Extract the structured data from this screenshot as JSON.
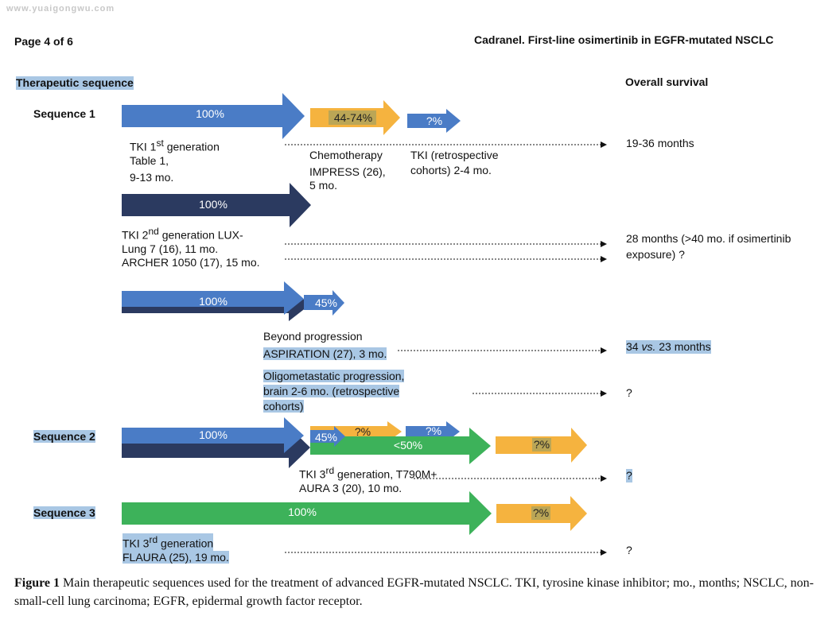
{
  "watermark": "www.yuaigongwu.com",
  "header": {
    "page": "Page 4 of 6",
    "running_title": "Cadranel. First-line osimertinib in EGFR-mutated NSCLC"
  },
  "columns": {
    "left": "Therapeutic sequence",
    "right": "Overall survival"
  },
  "sequences": {
    "s1": "Sequence 1",
    "s2": "Sequence 2",
    "s3": "Sequence 3"
  },
  "arrow_labels": {
    "a1_100": "100%",
    "a1_44_74": "44-74%",
    "a1_q": "?%",
    "a2_100": "100%",
    "a3_100": "100%",
    "a3_45": "45%",
    "s2_100": "100%",
    "s2_45": "45%",
    "s2_q1": "?%",
    "s2_q2": "?%",
    "s2_lt50": "<50%",
    "s2_q3": "?%",
    "s3_100": "100%",
    "s3_q": "?%"
  },
  "texts": {
    "tki1_l1a": "TKI 1",
    "tki1_sup": "st",
    "tki1_l1b": " generation",
    "tki1_l2": "Table 1,",
    "tki1_l3": "9-13 mo.",
    "chemo_l1": "Chemotherapy",
    "chemo_l2": "IMPRESS (26),",
    "chemo_l3": "5 mo.",
    "tkiret_l1": "TKI (retrospective",
    "tkiret_l2": "cohorts) 2-4 mo.",
    "tki2_l1a": "TKI 2",
    "tki2_sup": "nd",
    "tki2_l1b": " generation LUX-",
    "tki2_l2": "Lung 7 (16), 11 mo.",
    "tki2_l3": "ARCHER 1050 (17), 15 mo.",
    "beyond_l1": "Beyond progression",
    "beyond_l2": "ASPIRATION (27), 3 mo.",
    "oligo_l1": "Oligometastatic progression,",
    "oligo_l2": "brain 2-6 mo. (retrospective",
    "oligo_l3": "cohorts)",
    "tki3a_l1a": "TKI 3",
    "tki3a_sup": "rd",
    "tki3a_l1b": " generation, T790M+",
    "tki3a_l2": "AURA 3 (20), 10 mo.",
    "tki3b_l1a": "TKI 3",
    "tki3b_sup": "rd",
    "tki3b_l1b": " generation",
    "tki3b_l2": "FLAURA (25), 19 mo."
  },
  "survival": {
    "r1": "19-36 months",
    "r2_l1": "28 months (>40 mo. if osimertinib",
    "r2_l2": "exposure) ?",
    "r3_a": "34 ",
    "r3_vs": "vs.",
    "r3_b": " 23 months",
    "r4": "?",
    "r5": "?",
    "r6": "?"
  },
  "caption": {
    "figure": "Figure 1",
    "text": " Main therapeutic sequences used for the treatment of advanced EGFR-mutated NSCLC. TKI, tyrosine kinase inhibitor; mo., months; NSCLC, non-small-cell lung carcinoma; EGFR, epidermal growth factor receptor."
  },
  "colors": {
    "blue": "#4a7cc6",
    "navy": "#2b3a60",
    "orange": "#f5b33f",
    "green": "#3db25a",
    "highlight": "#a9c7e4"
  }
}
